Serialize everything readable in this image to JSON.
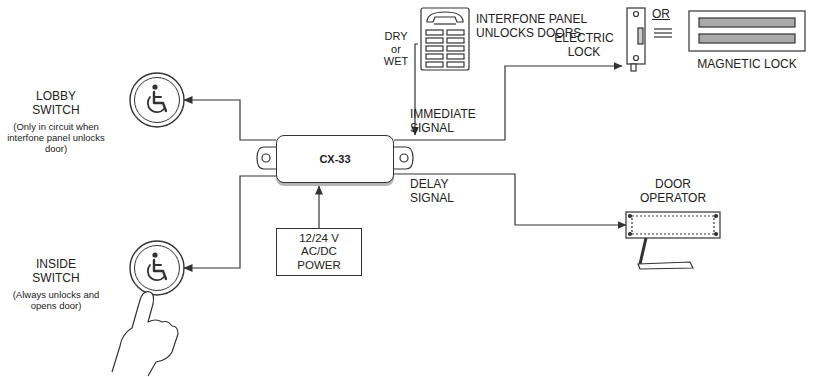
{
  "diagram": {
    "nodes": [
      {
        "text": [
          "INTERFONE PANEL UNLOCKS DOORS"
        ]
      },
      {
        "text": [
          "ELECTRIC LOCK"
        ]
      },
      {
        "text": [
          "MAGNETIC LOCK"
        ]
      },
      {
        "text": [
          "LOBBY SWITCH",
          "(Only in circuit when interfone panel unlocks door)"
        ]
      },
      {
        "text": [
          "CX-33"
        ]
      },
      {
        "text": [
          "DOOR OPERATOR"
        ]
      },
      {
        "text": [
          "12/24 V AC/DC POWER"
        ]
      },
      {
        "text": [
          "INSIDE SWITCH",
          "(Always unlocks and opens door)"
        ]
      }
    ],
    "edges": [
      {
        "from": 0,
        "to": 4,
        "label": "DRY or WET",
        "arrow": "to"
      },
      {
        "from": 4,
        "to": 3,
        "arrow": "to"
      },
      {
        "from": 4,
        "to": 7,
        "arrow": "to"
      },
      {
        "from": 6,
        "to": 4,
        "arrow": "to"
      },
      {
        "from": 4,
        "to": 1,
        "label": "IMMEDIATE SIGNAL",
        "arrow": "to"
      },
      {
        "from": 4,
        "to": 5,
        "label": "DELAY SIGNAL",
        "arrow": "to"
      }
    ],
    "labels": [
      "OR"
    ]
  }
}
